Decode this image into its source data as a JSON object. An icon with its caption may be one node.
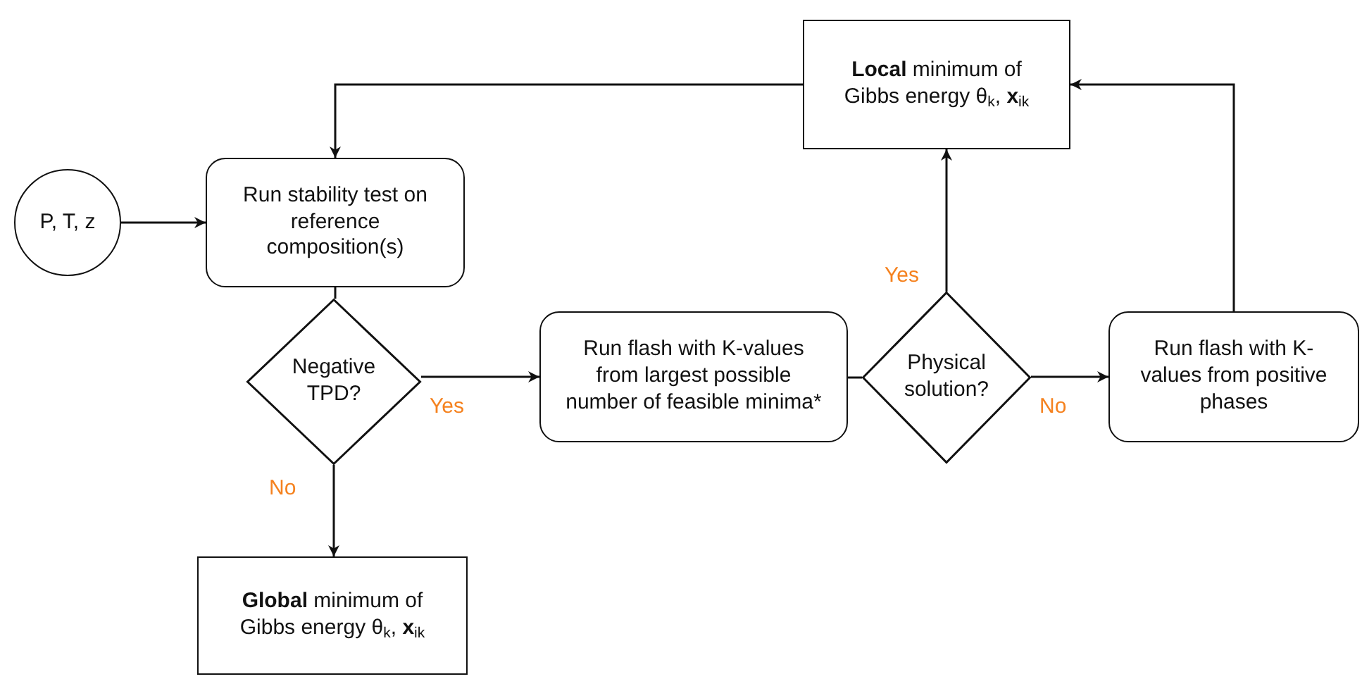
{
  "diagram": {
    "nodes": [
      {
        "text": [
          "P, T, z"
        ]
      },
      {
        "text": [
          "Run stability test on reference composition(s)"
        ]
      },
      {
        "text": [
          "Negative TPD?"
        ]
      },
      {
        "text": [
          "**Global** minimum of Gibbs energy θ$_{k}$, **x**$_{ik}$"
        ]
      },
      {
        "text": [
          "Run flash with K-values from largest possible number of feasible minima*"
        ]
      },
      {
        "text": [
          "Physical solution?"
        ]
      },
      {
        "text": [
          "**Local** minimum of Gibbs energy θ$_{k}$, **x**$_{ik}$"
        ]
      },
      {
        "text": [
          "Run flash with K-values from positive phases"
        ]
      }
    ],
    "edges": [
      {
        "from": 0,
        "to": 1,
        "arrow": "to"
      },
      {
        "from": 1,
        "to": 2,
        "arrow": "none"
      },
      {
        "from": 2,
        "to": 4,
        "arrow": "to",
        "label": "Yes"
      },
      {
        "from": 2,
        "to": 3,
        "arrow": "to",
        "label": "No"
      },
      {
        "from": 4,
        "to": 5,
        "arrow": "none"
      },
      {
        "from": 5,
        "to": 6,
        "arrow": "to",
        "label": "Yes"
      },
      {
        "from": 5,
        "to": 7,
        "arrow": "to",
        "label": "No"
      },
      {
        "from": 7,
        "to": 6,
        "arrow": "to"
      },
      {
        "from": 6,
        "to": 1,
        "arrow": "to"
      }
    ]
  }
}
